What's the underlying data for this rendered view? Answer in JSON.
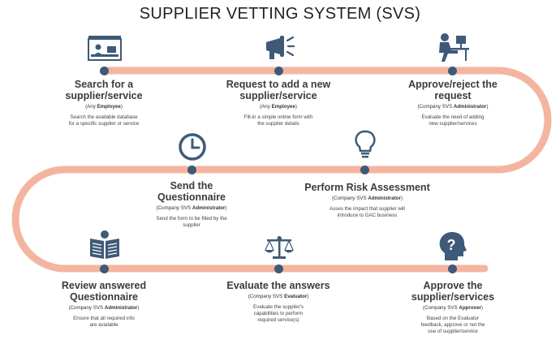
{
  "title": "SUPPLIER VETTING SYSTEM (SVS)",
  "colors": {
    "road": "#f4b5a0",
    "dot": "#3e5a78",
    "icon": "#3e5a78"
  },
  "steps": [
    {
      "icon": "desk-shop-icon",
      "title": "Search for a supplier/service",
      "role_prefix": "(Any",
      "role_bold": "Employee",
      "role_suffix": ")",
      "desc": "Search the available database for a specific supplier or service"
    },
    {
      "icon": "megaphone-icon",
      "title": "Request to add a new supplier/service",
      "role_prefix": "(Any",
      "role_bold": "Employee",
      "role_suffix": ")",
      "desc": "Fill-in a simple online form with the supplier details"
    },
    {
      "icon": "person-at-computer-icon",
      "title": "Approve/reject the request",
      "role_prefix": "(Company SVS",
      "role_bold": "Administrator",
      "role_suffix": ")",
      "desc": "Evaluate the need of adding new supplier/services"
    },
    {
      "icon": "lightbulb-icon",
      "title": "Perform Risk Assessment",
      "role_prefix": "(Company SVS",
      "role_bold": "Administrator",
      "role_suffix": ")",
      "desc": "Asses the impact that supplier will introduce to GAC business"
    },
    {
      "icon": "clock-icon",
      "title": "Send the Questionnaire",
      "role_prefix": "(Company SVS",
      "role_bold": "Administrator",
      "role_suffix": ")",
      "desc": "Send the form to be filled by the supplier"
    },
    {
      "icon": "newspaper-reader-icon",
      "title": "Review answered Questionnaire",
      "role_prefix": "(Company SVS",
      "role_bold": "Administrator",
      "role_suffix": ")",
      "desc": "Ensure that all required info are available"
    },
    {
      "icon": "scales-icon",
      "title": "Evaluate the answers",
      "role_prefix": "(Company SVS",
      "role_bold": "Evaluator",
      "role_suffix": ")",
      "desc": "Evaluate the supplier's capabilities to perform required service(s)"
    },
    {
      "icon": "head-question-icon",
      "title": "Approve the supplier/services",
      "role_prefix": "(Company SVS",
      "role_bold": "Approver",
      "role_suffix": ")",
      "desc": "Based on the Evaluator feedback, approve or not the use of supplier/service"
    }
  ]
}
